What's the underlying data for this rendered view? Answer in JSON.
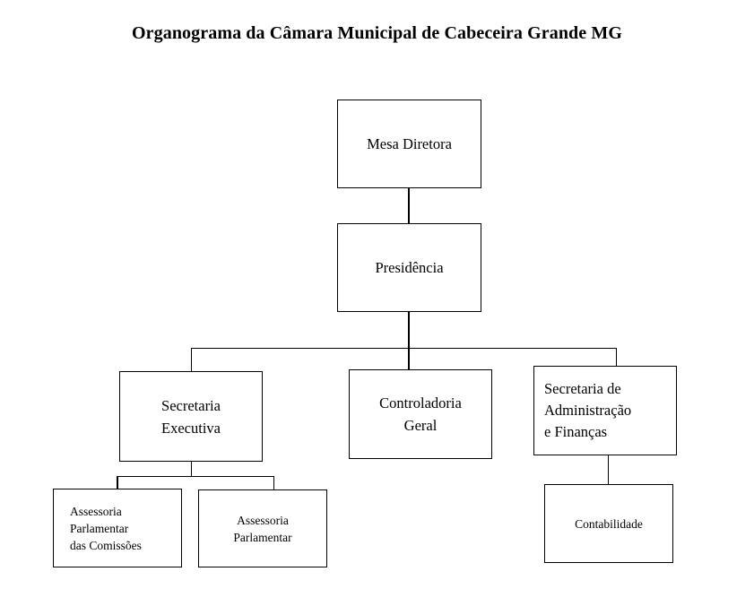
{
  "title": "Organograma da Câmara Municipal de Cabeceira Grande MG",
  "nodes": {
    "mesa_diretora": "Mesa Diretora",
    "presidencia": "Presidência",
    "secretaria_executiva": "Secretaria\nExecutiva",
    "controladoria_geral": "Controladoria\nGeral",
    "secretaria_administracao": "Secretaria de\nAdministração\ne Finanças",
    "assessoria_comissoes": "Assessoria\nParlamentar\ndas Comissões",
    "assessoria_parlamentar": "Assessoria\nParlamentar",
    "contabilidade": "Contabilidade"
  },
  "colors": {
    "background": "#ffffff",
    "line": "#000000",
    "text": "#000000"
  }
}
